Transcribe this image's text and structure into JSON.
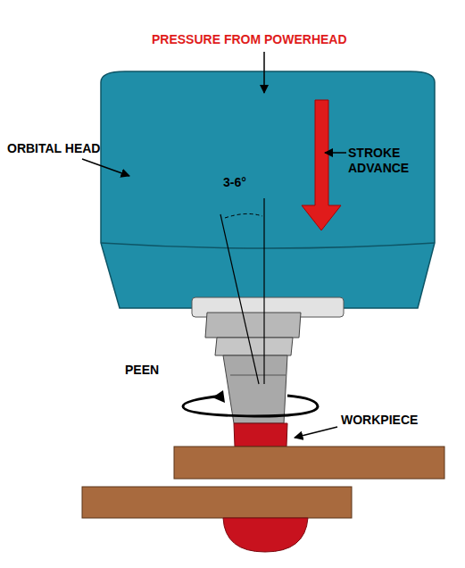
{
  "diagram": {
    "labels": [
      "PRESSURE FROM POWERHEAD",
      "ORBITAL HEAD",
      "STROKE ADVANCE",
      "3-6°",
      "PEEN",
      "WORKPIECE"
    ]
  }
}
